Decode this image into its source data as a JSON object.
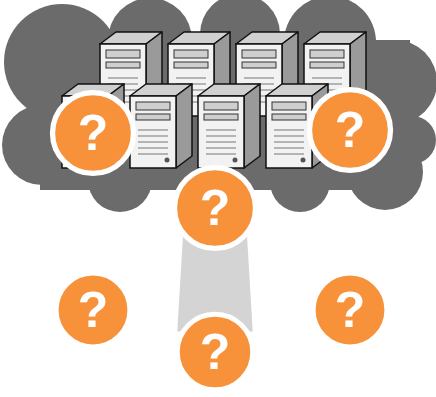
{
  "diagram": {
    "nodes": [
      {
        "text": [
          "?"
        ]
      },
      {
        "text": [
          "?"
        ]
      },
      {
        "text": [
          "?"
        ]
      },
      {
        "text": [
          "?"
        ]
      },
      {
        "text": [
          "?"
        ]
      },
      {
        "text": [
          "?"
        ]
      }
    ],
    "edges": [
      {
        "from": 2,
        "to": 5,
        "arrow": "none"
      }
    ]
  }
}
